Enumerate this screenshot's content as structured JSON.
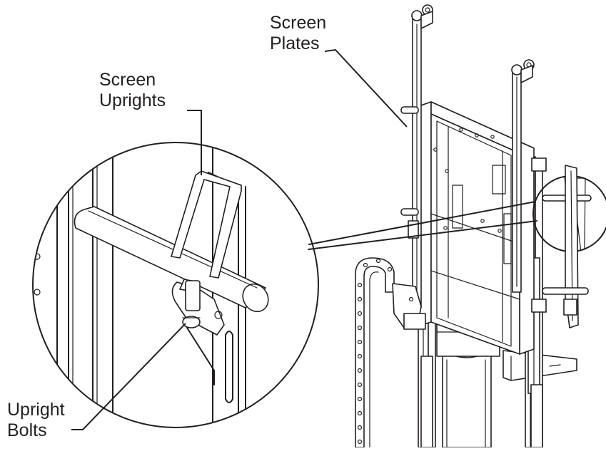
{
  "labels": {
    "screen_plates": [
      "Screen",
      "Plates"
    ],
    "screen_uprights": [
      "Screen",
      "Uprights"
    ],
    "upright_bolts": [
      "Upright",
      "Bolts"
    ]
  },
  "colors": {
    "line": "#231f20",
    "background": "#ffffff"
  }
}
